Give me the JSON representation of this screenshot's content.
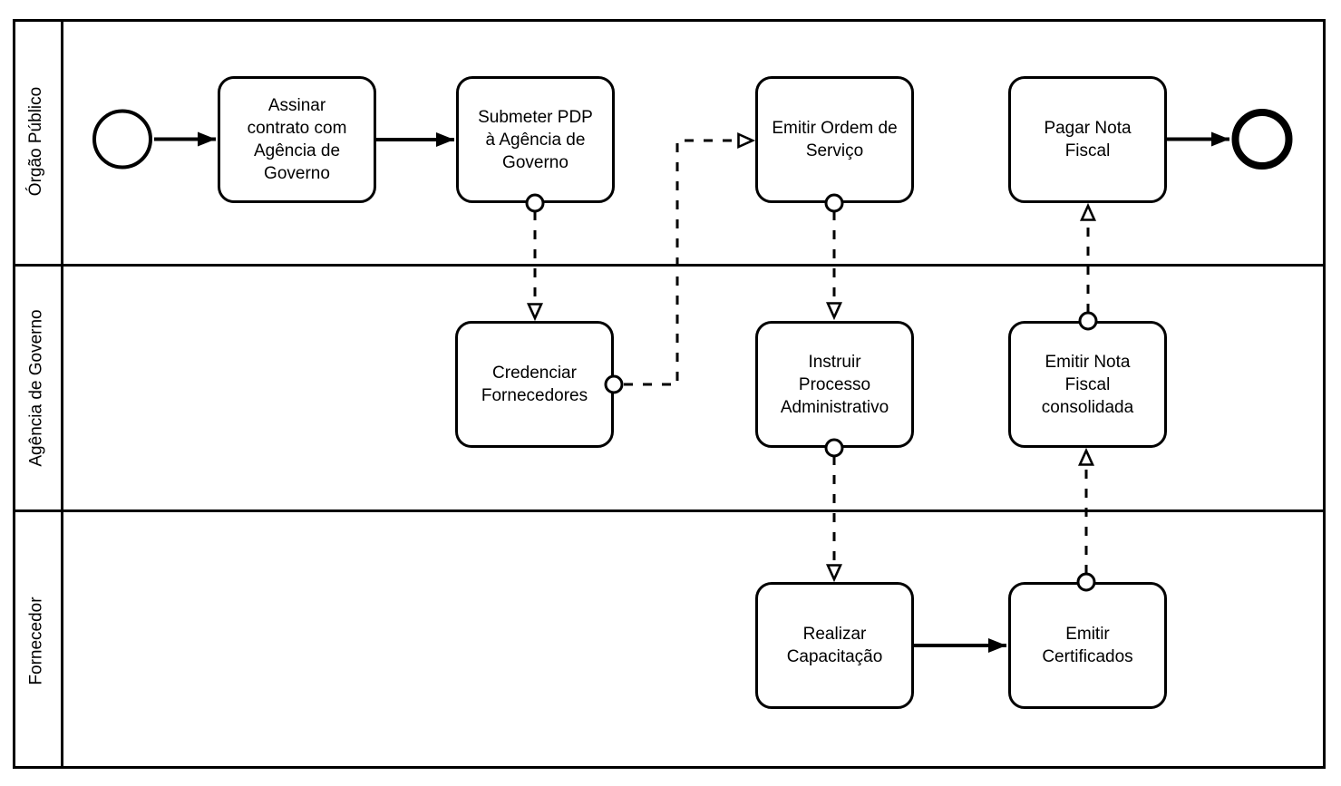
{
  "diagram_type": "bpmn-collaboration",
  "colors": {
    "stroke": "#000000",
    "background": "#ffffff",
    "text": "#000000"
  },
  "lanes": [
    {
      "id": "orgao-publico",
      "label": "Órgão Público"
    },
    {
      "id": "agencia-de-governo",
      "label": "Agência de Governo"
    },
    {
      "id": "fornecedor",
      "label": "Fornecedor"
    }
  ],
  "tasks": {
    "assinar_contrato": {
      "label": "Assinar\ncontrato com\nAgência de\nGoverno",
      "lane": "Órgão Público"
    },
    "submeter_pdp": {
      "label": "Submeter PDP\nà Agência de\nGoverno",
      "lane": "Órgão Público"
    },
    "emitir_ordem": {
      "label": "Emitir Ordem de\nServiço",
      "lane": "Órgão Público"
    },
    "pagar_nota": {
      "label": "Pagar Nota\nFiscal",
      "lane": "Órgão Público"
    },
    "credenciar": {
      "label": "Credenciar\nFornecedores",
      "lane": "Agência de Governo"
    },
    "instruir_processo": {
      "label": "Instruir\nProcesso\nAdministrativo",
      "lane": "Agência de Governo"
    },
    "emitir_nota": {
      "label": "Emitir Nota\nFiscal\nconsolidada",
      "lane": "Agência de Governo"
    },
    "realizar_capacitacao": {
      "label": "Realizar\nCapacitação",
      "lane": "Fornecedor"
    },
    "emitir_certificados": {
      "label": "Emitir\nCertificados",
      "lane": "Fornecedor"
    }
  },
  "events": {
    "start": {
      "type": "start-event",
      "lane": "Órgão Público"
    },
    "end": {
      "type": "end-event",
      "lane": "Órgão Público"
    }
  },
  "flows": {
    "sequence": [
      {
        "from": "start-event",
        "to": "assinar_contrato"
      },
      {
        "from": "assinar_contrato",
        "to": "submeter_pdp"
      },
      {
        "from": "pagar_nota",
        "to": "end-event"
      },
      {
        "from": "realizar_capacitacao",
        "to": "emitir_certificados"
      }
    ],
    "message": [
      {
        "from": "submeter_pdp",
        "to": "credenciar"
      },
      {
        "from": "credenciar",
        "to": "emitir_ordem"
      },
      {
        "from": "emitir_ordem",
        "to": "instruir_processo"
      },
      {
        "from": "instruir_processo",
        "to": "realizar_capacitacao"
      },
      {
        "from": "emitir_certificados",
        "to": "emitir_nota"
      },
      {
        "from": "emitir_nota",
        "to": "pagar_nota"
      }
    ]
  }
}
